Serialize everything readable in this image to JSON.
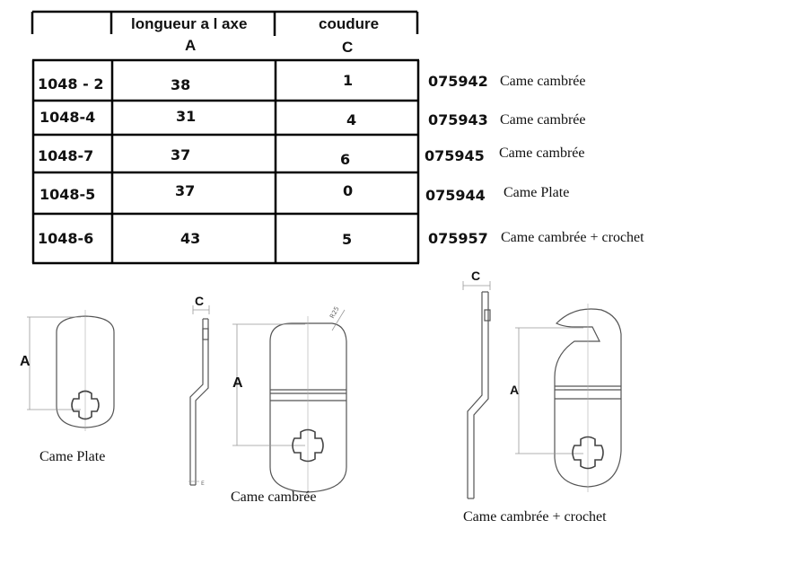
{
  "table": {
    "headers": {
      "col2_line1": "longueur a l axe",
      "col2_line2": "A",
      "col3_line1": "coudure",
      "col3_line2": "C"
    },
    "rows": [
      {
        "ref": "1048 - 2",
        "a": "38",
        "c": "1",
        "code": "075942",
        "desc": "Came cambrée"
      },
      {
        "ref": "1048-4",
        "a": "31",
        "c": "4",
        "code": "075943",
        "desc": "Came cambrée"
      },
      {
        "ref": "1048-7",
        "a": "37",
        "c": "6",
        "code": "075945",
        "desc": "Came cambrée"
      },
      {
        "ref": "1048-5",
        "a": "37",
        "c": "0",
        "code": "075944",
        "desc": "Came Plate"
      },
      {
        "ref": "1048-6",
        "a": "43",
        "c": "5",
        "code": "075957",
        "desc": "Came cambrée + crochet"
      }
    ]
  },
  "drawings": {
    "plate": {
      "caption": "Came Plate",
      "dim_a": "A"
    },
    "cambree": {
      "caption": "Came cambrée",
      "dim_a": "A",
      "dim_c": "C",
      "radius": "R25",
      "small_e": "E"
    },
    "crochet": {
      "caption": "Came cambrée + crochet",
      "dim_a": "A",
      "dim_c": "C"
    }
  }
}
